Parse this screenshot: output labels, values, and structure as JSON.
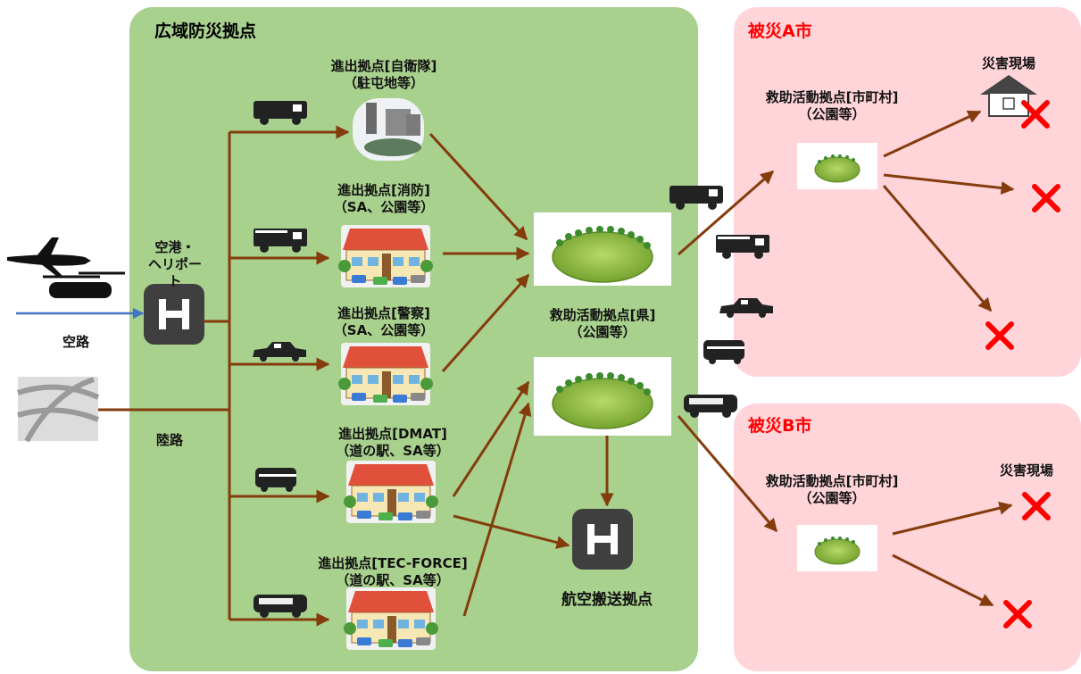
{
  "regional_base": {
    "title": "広域防災拠点"
  },
  "city_a": {
    "title": "被災A市",
    "rescue_base": "救助活動拠点[市町村]\n（公園等）",
    "site": "災害現場"
  },
  "city_b": {
    "title": "被災B市",
    "rescue_base": "救助活動拠点[市町村]\n（公園等）",
    "site": "災害現場"
  },
  "airport": {
    "label": "空港・\nヘリポート",
    "icon": "H"
  },
  "routes": {
    "air": "空路",
    "land": "陸路"
  },
  "staging": [
    {
      "label": "進出拠点[自衛隊]\n（駐屯地等）"
    },
    {
      "label": "進出拠点[消防]\n（SA、公園等）"
    },
    {
      "label": "進出拠点[警察]\n（SA、公園等）"
    },
    {
      "label": "進出拠点[DMAT]\n（道の駅、SA等）"
    },
    {
      "label": "進出拠点[TEC-FORCE]\n（道の駅、SA等）"
    }
  ],
  "prefecture_base": {
    "label": "救助活動拠点[県]\n（公園等）"
  },
  "air_transport": {
    "label": "航空搬送拠点",
    "icon": "H"
  },
  "colors": {
    "green_panel": "#a9d18e",
    "pink_panel": "#ffd5da",
    "arrow": "#843c0c",
    "air_route": "#4472c4",
    "cross": "#ff0000"
  }
}
